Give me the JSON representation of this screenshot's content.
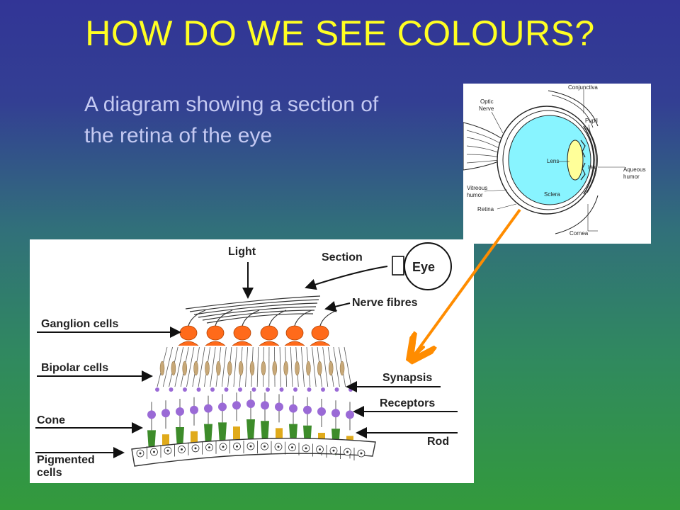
{
  "slide": {
    "title": "HOW DO WE SEE COLOURS?",
    "subtitle": "A diagram showing a section of the retina of the eye"
  },
  "eye_diagram": {
    "labels": {
      "optic_nerve_1": "Optic",
      "optic_nerve_2": "Nerve",
      "conjunctiva": "Conjunctiva",
      "pupil": "Pupil",
      "lens": "Lens",
      "iris": "Iris",
      "aqueous_1": "Aqueous",
      "aqueous_2": "humor",
      "vitreous_1": "Vitreous",
      "vitreous_2": "humor",
      "sclera": "Sclera",
      "retina": "Retina",
      "cornea": "Cornea"
    }
  },
  "retina_diagram": {
    "labels": {
      "light": "Light",
      "section": "Section",
      "eye": "Eye",
      "nerve_fibres": "Nerve fibres",
      "ganglion_cells": "Ganglion cells",
      "bipolar_cells": "Bipolar cells",
      "synapsis": "Synapsis",
      "receptors": "Receptors",
      "cone": "Cone",
      "rod": "Rod",
      "pigmented_1": "Pigmented",
      "pigmented_2": "cells"
    },
    "receptor_types": [
      "cone",
      "rod",
      "cone",
      "rod",
      "cone",
      "cone",
      "rod",
      "cone",
      "cone",
      "rod",
      "cone",
      "cone",
      "rod",
      "cone",
      "rod"
    ]
  },
  "colors": {
    "title": "#ffff22",
    "subtitle": "#c4c9f2",
    "arrow": "#ff8c00",
    "vitreous": "#88f4ff",
    "lens": "#ffff99",
    "ganglion": "#ff6a1a",
    "bipolar": "#c7a878",
    "receptor_body": "#9a6ad6",
    "cone": "#3d8c2a",
    "rod": "#e0aa1a"
  }
}
